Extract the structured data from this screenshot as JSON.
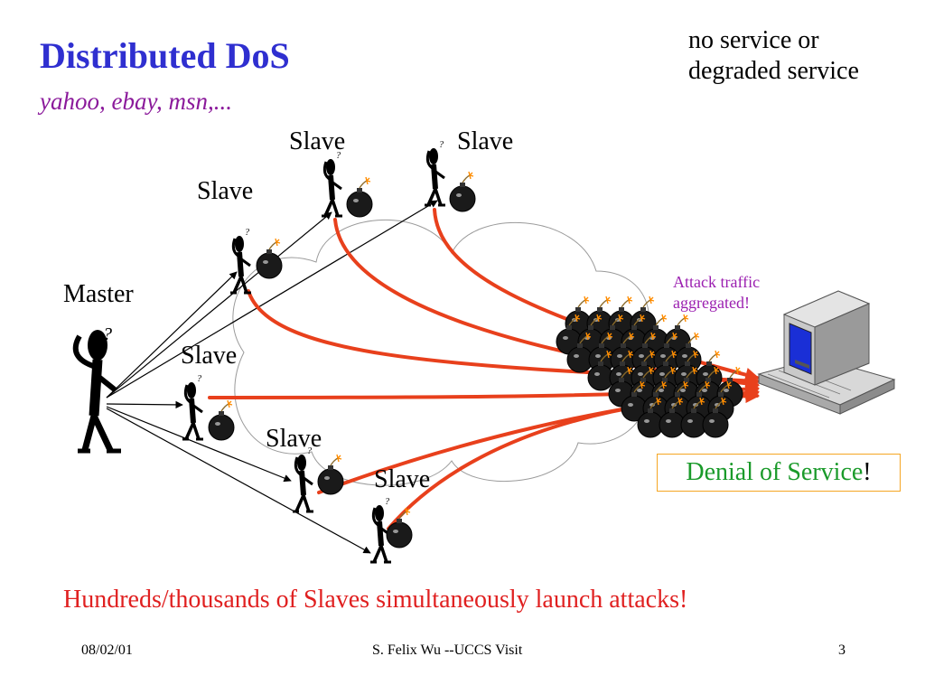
{
  "title": "Distributed DoS",
  "subtitle": "yahoo, ebay, msn,...",
  "note": "no service or degraded service",
  "labels": {
    "master": "Master",
    "slave": "Slave",
    "attack_traffic": "Attack traffic aggregated!"
  },
  "denial": {
    "text": "Denial of Service",
    "bang": "!"
  },
  "banner": "Hundreds/thousands of Slaves simultaneously launch attacks!",
  "footer": {
    "date": "08/02/01",
    "center": "S. Felix Wu --UCCS Visit",
    "page": "3"
  },
  "colors": {
    "title": "#2f2fd0",
    "subtitle": "#8b1a9b",
    "attack_traffic": "#9b1fb0",
    "denial": "#1a9a2a",
    "banner": "#e02020",
    "arrow": "#e8401c",
    "box_border": "#f5a623"
  },
  "icons": [
    "stick-figure-icon",
    "bomb-icon",
    "computer-icon",
    "cloud-icon"
  ]
}
